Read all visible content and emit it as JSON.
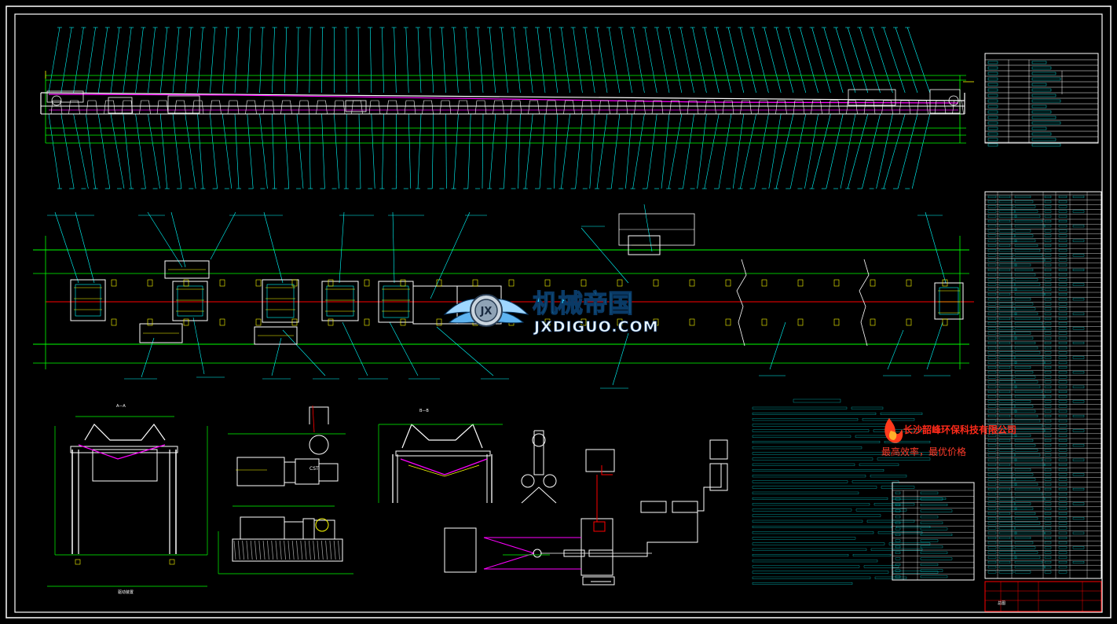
{
  "drawing": {
    "type": "belt-conveyor-general-arrangement",
    "colors": {
      "background": "#000000",
      "frame": "#ffffff",
      "leader": "#00ffff",
      "dimension": "#00ff00",
      "structure": "#ffffff",
      "belt": "#ff00ff",
      "centerline": "#ff0000",
      "accent": "#ffff00"
    }
  },
  "watermark": {
    "title": "机械帝国",
    "url": "JXDIGUO.COM",
    "emblem_letters": "JX"
  },
  "company": {
    "name": "长沙韶峰环保科技有限公司",
    "slogan": "最高效率，最优价格",
    "logo_icon": "flame-logo-icon"
  },
  "views": {
    "a_a_caption": "A—A",
    "b_b_caption": "B—B",
    "section_label": "驱动装置",
    "drive_label": "CST"
  },
  "title_block": {
    "caption": "总图"
  }
}
